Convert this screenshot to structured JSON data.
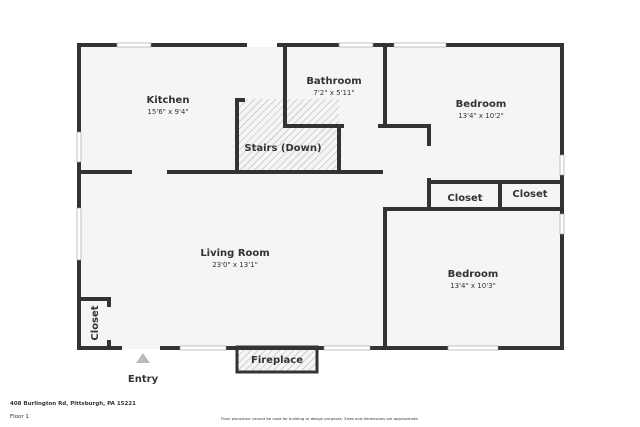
{
  "rooms": {
    "kitchen": {
      "name": "Kitchen",
      "dim": "15'6\" x 9'4\""
    },
    "bathroom": {
      "name": "Bathroom",
      "dim": "7'2\" x 5'11\""
    },
    "bedroom1": {
      "name": "Bedroom",
      "dim": "13'4\" x 10'2\""
    },
    "stairs": {
      "name": "Stairs (Down)"
    },
    "closet1": {
      "name": "Closet"
    },
    "closet2": {
      "name": "Closet"
    },
    "living": {
      "name": "Living Room",
      "dim": "23'0\" x 13'1\""
    },
    "bedroom2": {
      "name": "Bedroom",
      "dim": "13'4\" x 10'3\""
    },
    "closet3": {
      "name": "Closet"
    },
    "fireplace": {
      "name": "Fireplace"
    }
  },
  "entry_label": "Entry",
  "footer": {
    "address": "408 Burlington Rd, Pittsburgh, PA 15221",
    "floor": "Floor 1",
    "disclaimer": "Floor plans/tour cannot be used for building or design purposes. Sizes and dimensions are approximate."
  },
  "colors": {
    "wall": "#333333",
    "floor": "#f5f5f5"
  }
}
